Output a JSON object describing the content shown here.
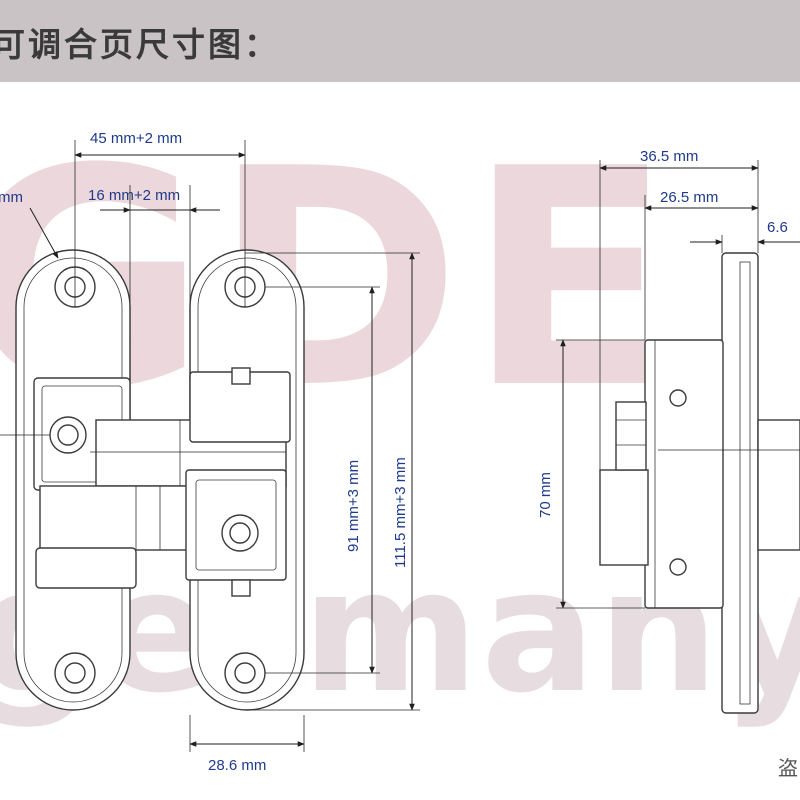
{
  "header": {
    "title": "可调合页尺寸图："
  },
  "watermark": {
    "brand": "GDE",
    "country": "germany"
  },
  "front_view": {
    "dim_leaf_span": "45 mm+2 mm",
    "dim_body_width": "16 mm+2 mm",
    "dim_hole_partial": "mm",
    "dim_hole_pitch": "91 mm+3 mm",
    "dim_total_length": "111.5 mm+3 mm",
    "dim_leaf_width": "28.6 mm"
  },
  "side_view": {
    "dim_total_depth": "36.5 mm",
    "dim_body_depth": "26.5 mm",
    "dim_plate_partial": "6.6",
    "dim_body_height": "70 mm"
  },
  "corner_mark": "盗",
  "colors": {
    "line": "#3a3a3a",
    "dimension": "#1f3a8a",
    "header": "#c9c3c6",
    "watermark": "#ecd8dc"
  }
}
